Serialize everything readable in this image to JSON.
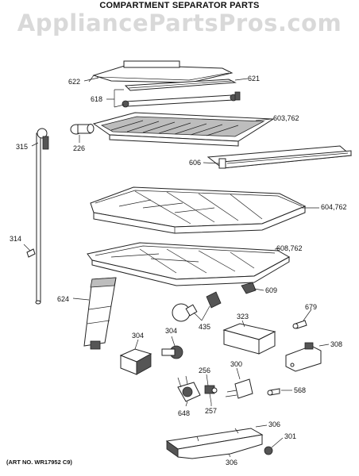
{
  "header": {
    "title": "COMPARTMENT SEPARATOR PARTS",
    "watermark": "AppliancePartsPros.com"
  },
  "footer": {
    "art_number": "(ART NO. WR17952 C9)"
  },
  "callouts": {
    "c622": "622",
    "c621": "621",
    "c618": "618",
    "c603": "603,762",
    "c315": "315",
    "c226": "226",
    "c606": "606",
    "c604": "604,762",
    "c314": "314",
    "c608": "608,762",
    "c624": "624",
    "c609": "609",
    "c435": "435",
    "c679": "679",
    "c323": "323",
    "c304a": "304",
    "c304b": "304",
    "c308": "308",
    "c256": "256",
    "c300": "300",
    "c568": "568",
    "c648": "648",
    "c257": "257",
    "c306a": "306",
    "c306b": "306",
    "c301": "301"
  }
}
